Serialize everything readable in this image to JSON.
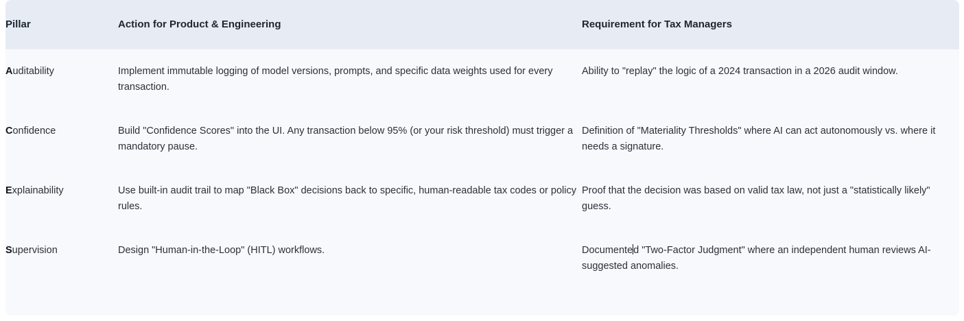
{
  "table": {
    "columns": [
      {
        "key": "pillar",
        "label": "Pillar"
      },
      {
        "key": "action",
        "label": "Action for Product & Engineering"
      },
      {
        "key": "requirement",
        "label": "Requirement for Tax Managers"
      }
    ],
    "header_background": "#e7ecf4",
    "body_background": "#f8f9fc",
    "text_color": "#2b3038",
    "rows": [
      {
        "pillar_lead": "A",
        "pillar_rest": "uditability",
        "pillar_full": "Auditability",
        "action": "Implement immutable logging of model versions, prompts, and specific data weights used for every transaction.",
        "requirement": "Ability to \"replay\" the logic of a 2024 transaction in a 2026 audit window."
      },
      {
        "pillar_lead": "C",
        "pillar_rest": "onfidence",
        "pillar_full": "Confidence",
        "action": "Build \"Confidence Scores\" into the UI. Any transaction below 95% (or your risk threshold) must trigger a mandatory pause.",
        "requirement": "Definition of \"Materiality Thresholds\" where AI can act autonomously vs. where it needs a signature."
      },
      {
        "pillar_lead": "E",
        "pillar_rest": "xplainability",
        "pillar_full": "Explainability",
        "action": "Use built-in audit trail to map \"Black Box\" decisions back to specific, human-readable tax codes or policy rules.",
        "requirement": "Proof that the decision was based on valid tax law, not just a \"statistically likely\" guess."
      },
      {
        "pillar_lead": "S",
        "pillar_rest": "upervision",
        "pillar_full": "Supervision",
        "action": "Design \"Human-in-the-Loop\" (HITL) workflows.",
        "requirement_before_caret": "Documente",
        "requirement_after_caret": "d \"Two-Factor Judgment\" where an independent human reviews AI-suggested anomalies.",
        "requirement": "Documented \"Two-Factor Judgment\" where an independent human reviews AI-suggested anomalies."
      }
    ]
  }
}
